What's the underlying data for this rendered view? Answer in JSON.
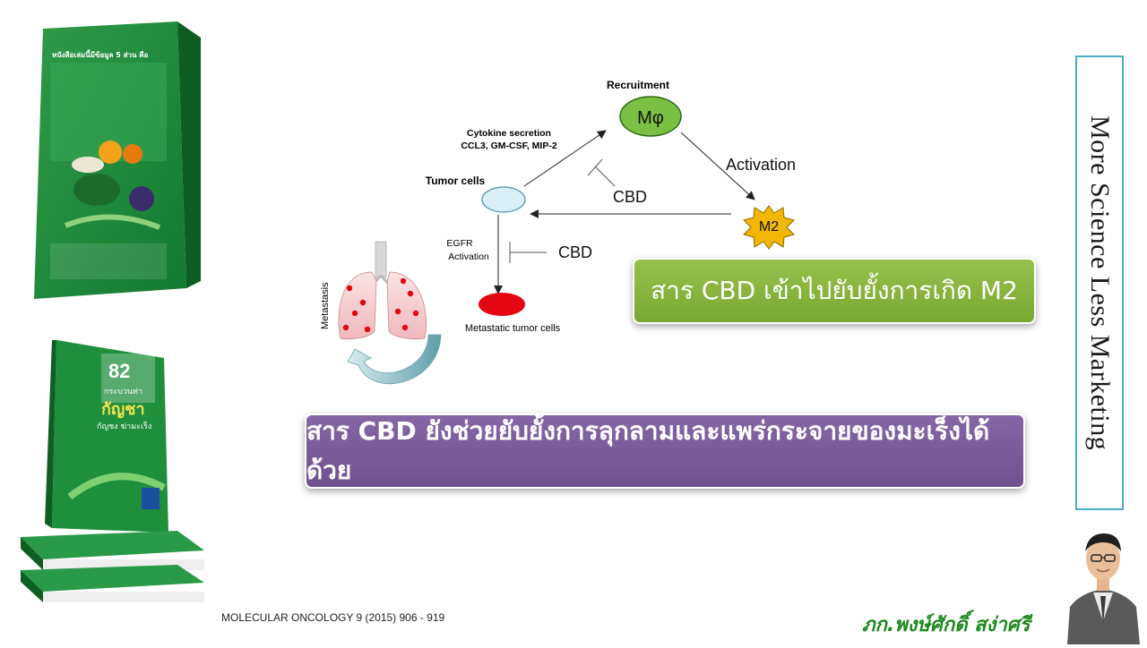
{
  "books": {
    "top_cover_heading": "หนังสือเล่มนี้มีข้อมูล 5 ส่วน คือ",
    "stack_number": "82",
    "stack_subtitle": "กระบวนท่า",
    "stack_title": "กัญชา",
    "stack_tagline": "กัญชง ฆ่ามะเร็ง"
  },
  "diagram": {
    "recruitment_label": "Recruitment",
    "macrophage_label": "Mφ",
    "cytokine_label": "Cytokine secretion",
    "cytokine_list": "CCL3, GM-CSF, MIP-2",
    "activation_label": "Activation",
    "tumor_label": "Tumor cells",
    "cbd_label_1": "CBD",
    "m2_label": "M2",
    "egfr_label_1": "EGFR",
    "egfr_label_2": "Activation",
    "cbd_label_2": "CBD",
    "metastasis_label": "Metastasis",
    "metastatic_label": "Metastatic tumor cells"
  },
  "callouts": {
    "green_text": "สาร CBD เข้าไปยับยั้งการเกิด M2",
    "purple_text": "สาร CBD ยังช่วยยับยั้งการลุกลามและแพร่กระจายของมะเร็งได้ด้วย"
  },
  "slogan": "More Science Less Marketing",
  "citation": "MOLECULAR ONCOLOGY 9 (2015) 906 - 919",
  "author": "ภก.พงษ์ศักดิ์ สง่าศรี",
  "colors": {
    "macrophage_fill": "#7ac143",
    "m2_fill": "#f2b705",
    "metastatic_fill": "#e30613",
    "tumor_fill": "#d9eef5",
    "green_callout": "#8bb73f",
    "purple_callout": "#7a5c9c",
    "slogan_border": "#4bacc6",
    "author_color": "#1f8a1f"
  }
}
